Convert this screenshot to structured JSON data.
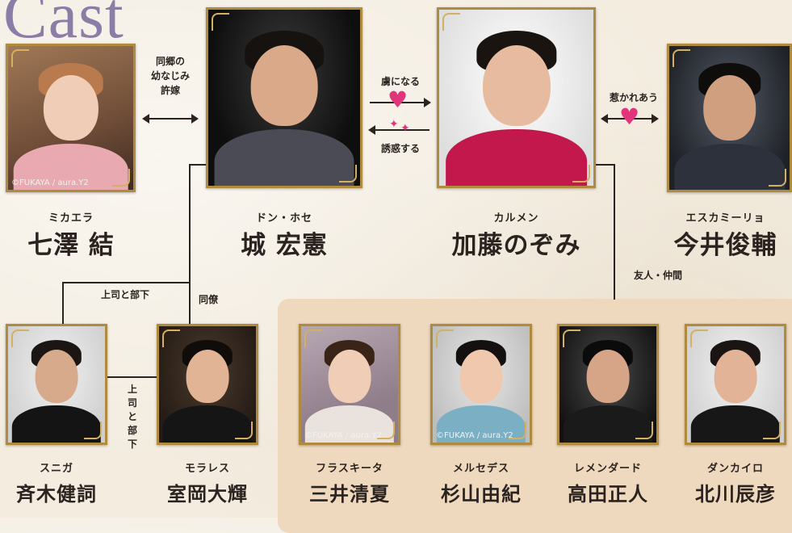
{
  "header": {
    "title": "Cast"
  },
  "main_cast": [
    {
      "id": "micaela",
      "role": "ミカエラ",
      "name": "七澤 結",
      "credit": "©FUKAYA / aura.Y2"
    },
    {
      "id": "jose",
      "role": "ドン・ホセ",
      "name": "城 宏憲",
      "credit": ""
    },
    {
      "id": "carmen",
      "role": "カルメン",
      "name": "加藤のぞみ",
      "credit": ""
    },
    {
      "id": "escamillo",
      "role": "エスカミーリョ",
      "name": "今井俊輔",
      "credit": ""
    }
  ],
  "sub_cast": [
    {
      "id": "zuniga",
      "role": "スニガ",
      "name": "斉木健詞",
      "credit": ""
    },
    {
      "id": "morales",
      "role": "モラレス",
      "name": "室岡大輝",
      "credit": ""
    },
    {
      "id": "frasquita",
      "role": "フラスキータ",
      "name": "三井清夏",
      "credit": "©FUKAYA / aura.Y2"
    },
    {
      "id": "mercedes",
      "role": "メルセデス",
      "name": "杉山由紀",
      "credit": "©FUKAYA / aura.Y2"
    },
    {
      "id": "remendado",
      "role": "レメンダード",
      "name": "高田正人",
      "credit": ""
    },
    {
      "id": "dancairo",
      "role": "ダンカイロ",
      "name": "北川辰彦",
      "credit": ""
    }
  ],
  "relations": {
    "micaela_jose": "同郷の\n幼なじみ\n許嫁",
    "jose_to_carmen": "虜になる",
    "carmen_to_jose": "誘惑する",
    "carmen_escamillo": "惹かれあう",
    "friends": "友人・仲間",
    "boss_subordinate": "上司と部下",
    "colleague": "同僚",
    "boss_subordinate_vertical": "上\n司\nと\n部\n下"
  },
  "colors": {
    "accent": "#e0357a",
    "frame": "#b08a3e",
    "title": "#8a7ea6",
    "panel": "#eed8be"
  },
  "icons": {
    "heart": "♥",
    "sparkle": "✦"
  }
}
